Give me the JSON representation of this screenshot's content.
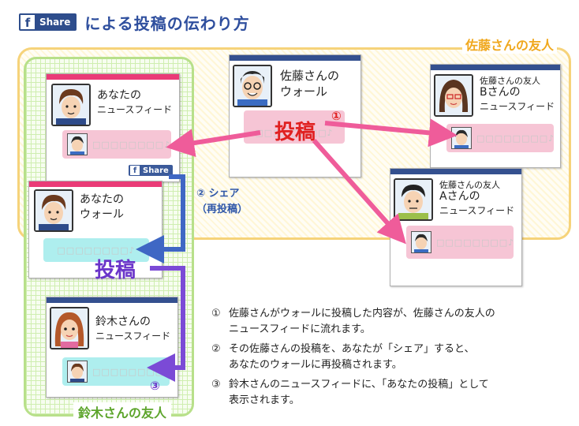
{
  "title": {
    "badge_label": "Share",
    "text": "による投稿の伝わり方"
  },
  "zones": {
    "sato_friends": "佐藤さんの友人",
    "suzuki_friends": "鈴木さんの友人"
  },
  "cards": {
    "sato_wall": {
      "line1": "佐藤さんの",
      "line2": "ウォール",
      "post": "□□□□□□□□♪"
    },
    "your_feed": {
      "line1": "あなたの",
      "line2": "ニュースフィード",
      "post": "□□□□□□□□♪",
      "share_label": "Share"
    },
    "your_wall": {
      "line1": "あなたの",
      "line2": "ウォール",
      "post": "□□□□□□□□♪"
    },
    "b_feed": {
      "sub": "佐藤さんの友人",
      "line1": "Bさんの",
      "line2": "ニュースフィード",
      "post": "□□□□□□□□♪"
    },
    "a_feed": {
      "sub": "佐藤さんの友人",
      "line1": "Aさんの",
      "line2": "ニュースフィード",
      "post": "□□□□□□□□♪"
    },
    "suzuki_feed": {
      "line1": "鈴木さんの",
      "line2": "ニュースフィード",
      "post": "□□□□□□□□♪"
    }
  },
  "post_labels": {
    "original": "投稿",
    "shared": "投稿"
  },
  "step_markers": {
    "one": "①",
    "three": "③"
  },
  "share_annotation": {
    "line1": "② シェア",
    "line2": "（再投稿）"
  },
  "notes": [
    {
      "num": "①",
      "lines": [
        "佐藤さんがウォールに投稿した内容が、佐藤さんの友人の",
        "ニュースフィードに流れます。"
      ]
    },
    {
      "num": "②",
      "lines": [
        "その佐藤さんの投稿を、あなたが「シェア」すると、",
        "あなたのウォールに再投稿されます。"
      ]
    },
    {
      "num": "③",
      "lines": [
        "鈴木さんのニュースフィードに、「あなたの投稿」として",
        "表示されます。"
      ]
    }
  ],
  "colors": {
    "pink_arrow": "#ef5c9a",
    "blue_arrow": "#3f67c4",
    "purple_arrow": "#7b4ad6",
    "fb_blue": "#2e4d8c",
    "accent_red": "#e02020"
  }
}
